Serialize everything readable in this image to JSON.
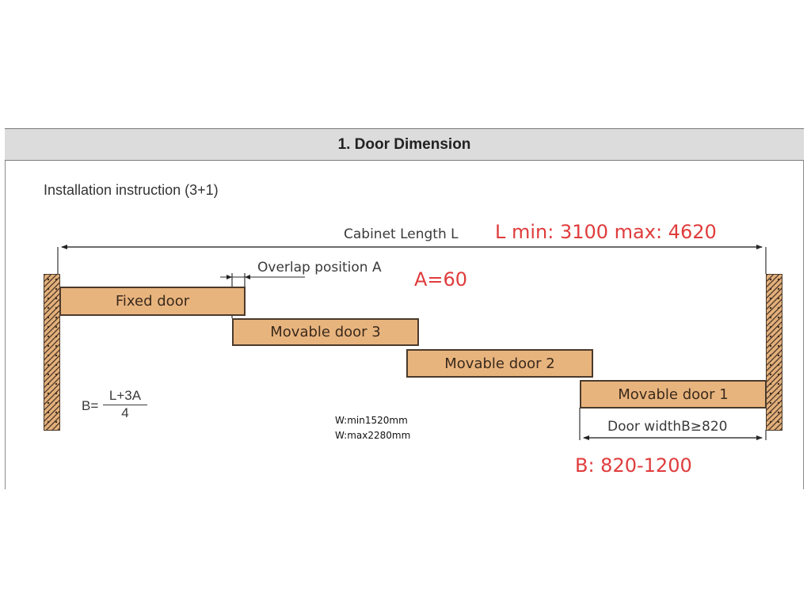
{
  "header": {
    "title": "1.  Door Dimension"
  },
  "subtitle": "Installation instruction (3+1)",
  "dimensions": {
    "cabinet_length_label": "Cabinet Length L",
    "cabinet_length_range": "L min: 3100 max: 4620",
    "overlap_label": "Overlap position A",
    "overlap_value": "A=60",
    "door_width_label": "Door widthB≥820",
    "door_width_range": "B: 820-1200"
  },
  "formula": {
    "lhs": "B=",
    "numerator": "L+3A",
    "denominator": "4"
  },
  "width_notes": [
    "W:min1520mm",
    "W:max2280mm"
  ],
  "doors": [
    {
      "label": "Fixed door"
    },
    {
      "label": "Movable door 3"
    },
    {
      "label": "Movable door 2"
    },
    {
      "label": "Movable door 1"
    }
  ],
  "colors": {
    "door_fill": "#e8b47e",
    "outline": "#4a3a2c",
    "accent_red": "#e03c3c",
    "header_bg": "#dcdcdc"
  }
}
